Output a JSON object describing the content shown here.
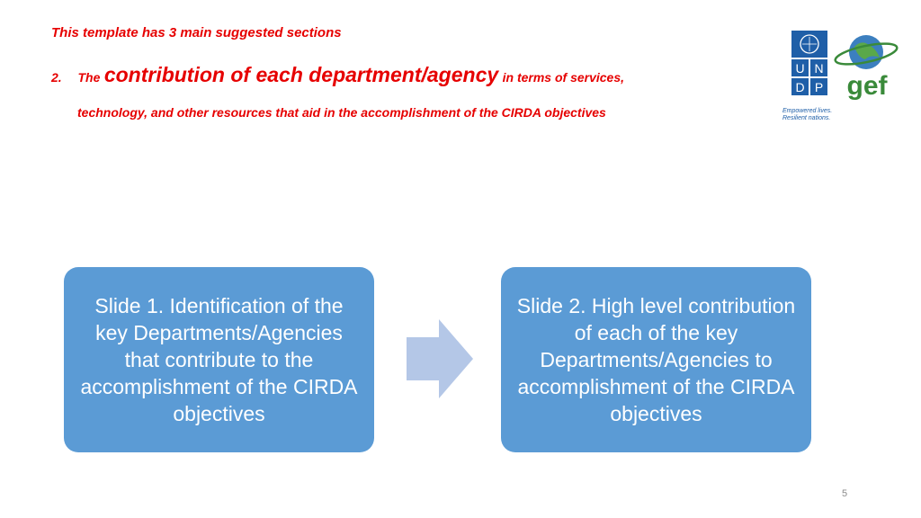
{
  "header": {
    "line1": "This template has 3 main suggested sections",
    "line2_number": "2.",
    "line2_prefix": "The",
    "line2_emphasis": "contribution of each department/agency",
    "line2_suffix": "in terms of services,",
    "line3": "technology, and other resources that aid in the accomplishment of the CIRDA objectives"
  },
  "logos": {
    "undp_letters": [
      "U",
      "N",
      "D",
      "P"
    ],
    "undp_tagline_1": "Empowered lives.",
    "undp_tagline_2": "Resilient nations.",
    "gef_text": "gef"
  },
  "flow": {
    "box1": "Slide 1. Identification of the key Departments/Agencies that contribute to the accomplishment of the CIRDA objectives",
    "box2": "Slide 2. High level contribution of each of the key Departments/Agencies to accomplishment of the CIRDA objectives"
  },
  "colors": {
    "header_red": "#e60000",
    "box_blue": "#5b9bd5",
    "arrow_blue": "#b4c7e7",
    "undp_blue": "#1f5fa8",
    "gef_green": "#3a8a3a"
  },
  "icons": {
    "arrow": "right-arrow-icon",
    "undp": "undp-logo-icon",
    "gef": "gef-logo-icon"
  },
  "page": {
    "number": "5"
  }
}
